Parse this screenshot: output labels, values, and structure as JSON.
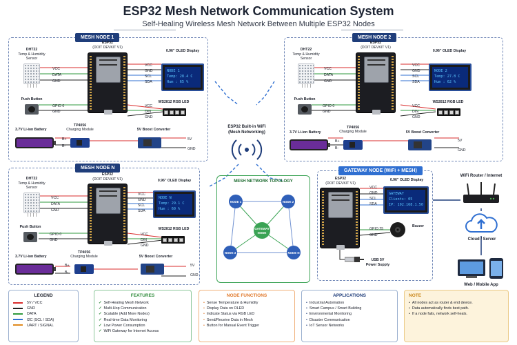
{
  "title": "ESP32 Mesh Network Communication System",
  "subtitle": "Self-Healing Wireless Mesh Network Between Multiple ESP32 Nodes",
  "labels": {
    "dht_title": "DHT22",
    "dht_sub1": "Temp & Humidity",
    "dht_sub2": "Sensor",
    "esp_name": "ESP32",
    "esp_model": "(DOIT DEVKIT V1)",
    "oled_title": "0.96\" OLED Display",
    "push_button": "Push Button",
    "rgb_led": "WS2812 RGB LED",
    "battery": "3.7V Li-ion Battery",
    "tp_title": "TP4056",
    "tp_sub": "Charging Module",
    "boost": "5V Boost Converter",
    "vcc": "VCC",
    "data": "DATA",
    "gnd": "GND",
    "scl": "SCL",
    "sda": "SDA",
    "gpio0": "GPIO 0",
    "din": "DIN",
    "bplus": "B+",
    "bminus": "B-",
    "fivev": "5V",
    "gpio25": "GPIO 25",
    "buzzer": "Buzzer",
    "usb_power": "USB 5V",
    "usb_power2": "Power Supply"
  },
  "nodes": {
    "node1": {
      "title": "MESH NODE 1",
      "oled_lines": [
        "NODE 1",
        "Temp: 28.4 C",
        "Hum : 65 %"
      ]
    },
    "node2": {
      "title": "MESH NODE 2",
      "oled_lines": [
        "NODE 2",
        "Temp: 27.8 C",
        "Hum : 62 %"
      ]
    },
    "noden": {
      "title": "MESH NODE N",
      "oled_lines": [
        "NODE N",
        "Temp: 29.1 C",
        "Hum : 60 %"
      ]
    },
    "gateway": {
      "title": "GATEWAY NODE (WiFi + MESH)",
      "oled_lines": [
        "GATEWAY",
        "Clients: 05",
        "IP: 192.168.1.50"
      ]
    }
  },
  "center": {
    "wifi_label_1": "ESP32 Built-in WiFi",
    "wifi_label_2": "(Mesh Networking)"
  },
  "topology": {
    "title": "MESH NETWORK TOPOLOGY",
    "nodes": [
      "NODE 1",
      "NODE 2",
      "GATEWAY NODE",
      "NODE 3",
      "NODE N"
    ]
  },
  "right": {
    "router": "WiFi Router / Internet",
    "cloud": "Cloud / Server",
    "app": "Web / Mobile App"
  },
  "legend": {
    "title": "LEGEND",
    "items": [
      {
        "label": "5V / VCC",
        "color": "#d92b2b"
      },
      {
        "label": "GND",
        "color": "#222222"
      },
      {
        "label": "DATA",
        "color": "#2f9a3c"
      },
      {
        "label": "I2C (SCL / SDA)",
        "color": "#2f6fd1"
      },
      {
        "label": "UART / SIGNAL",
        "color": "#e08a1e"
      }
    ]
  },
  "features": {
    "title": "FEATURES",
    "items": [
      "Self-Healing Mesh Network",
      "Multi-Hop Communication",
      "Scalable (Add More Nodes)",
      "Real-time Data Monitoring",
      "Low Power Consumption",
      "WiFi Gateway for Internet Access"
    ]
  },
  "functions": {
    "title": "NODE FUNCTIONS",
    "items": [
      "Sense Temperature & Humidity",
      "Display Data on OLED",
      "Indicate Status via RGB LED",
      "Send/Receive Data in Mesh",
      "Button for Manual Event Trigger"
    ]
  },
  "applications": {
    "title": "APPLICATIONS",
    "items": [
      "Industrial Automation",
      "Smart Campus / Smart Building",
      "Environmental Monitoring",
      "Disaster Communication",
      "IoT Sensor Networks"
    ]
  },
  "note": {
    "title": "NOTE",
    "items": [
      "All nodes act as router & end device.",
      "Data automatically finds best path.",
      "If a node fails, network self-heals."
    ]
  },
  "colors": {
    "vcc": "#d92b2b",
    "gnd": "#222222",
    "data": "#2f9a3c",
    "i2c": "#2f6fd1",
    "uart": "#e08a1e",
    "panel_title_bg": "#1f3d7a",
    "gateway_title_bg": "#2f6fd1",
    "topo_border": "#3aa354"
  }
}
